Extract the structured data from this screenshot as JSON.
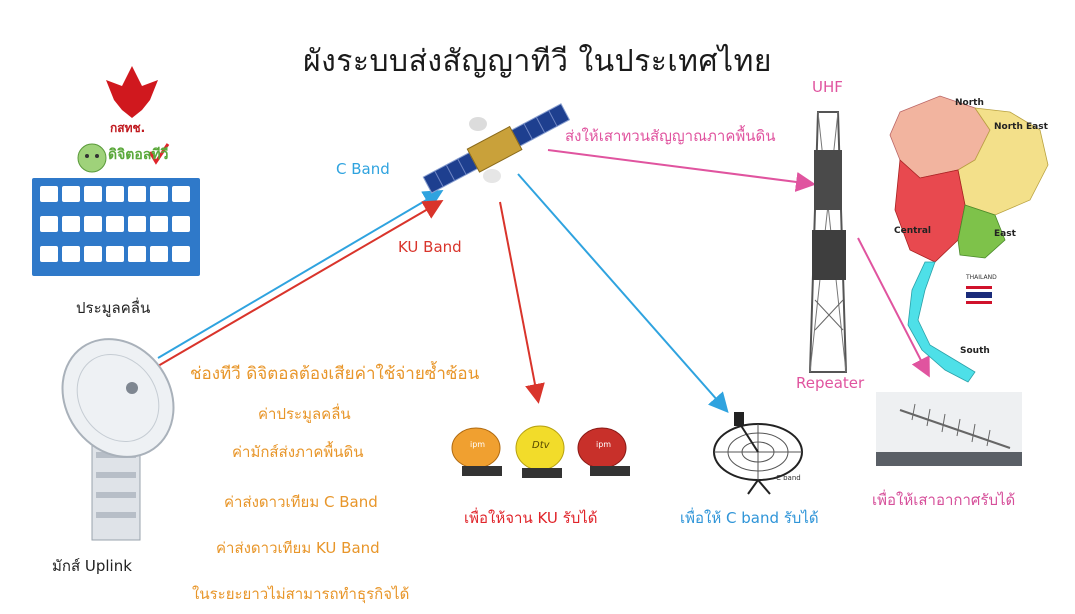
{
  "title": "ผังระบบส่งสัญญาทีวี ในประเทศไทย",
  "left": {
    "nbtc_text": "กสทช.",
    "digital_tv_logo_text": "ดิจิตอลทีวี",
    "source_label": "ประมูลคลื่น",
    "uplink_label": "มักส์ Uplink"
  },
  "bands": {
    "c_band": "C Band",
    "ku_band": "KU Band"
  },
  "satellite_to_tower": "ส่งให้เสาทวนสัญญาณภาคพื้นดิน",
  "tower": {
    "uhf": "UHF",
    "repeater": "Repeater"
  },
  "map_labels": {
    "north": "North",
    "north_east": "North East",
    "central": "Central",
    "east": "East",
    "south": "South",
    "thailand": "THAILAND"
  },
  "costs": {
    "heading": "ช่องทีวี ดิจิตอลต้องเสียค่าใช้จ่ายซ้ำซ้อน",
    "items": [
      "ค่าประมูลคลื่น",
      "ค่ามักส์ส่งภาคพื้นดิน",
      "ค่าส่งดาวเทียม C Band",
      "ค่าส่งดาวเทียม KU Band",
      "ในระยะยาวไม่สามารถทำธุรกิจได้"
    ]
  },
  "captions": {
    "ku_dish": "เพื่อให้จาน KU รับได้",
    "c_dish": "เพื่อให้ C band รับได้",
    "antenna": "เพื่อให้เสาอากาศรับได้"
  },
  "dish_texts": {
    "c_band_small": "C band",
    "dish1": "ipm",
    "dish2": "Dtv",
    "dish3": "ipm"
  },
  "colors": {
    "blue_arrow": "#2fa3df",
    "red_arrow": "#d9342b",
    "pink_arrow": "#e0549f",
    "orange_text": "#e8962a"
  }
}
